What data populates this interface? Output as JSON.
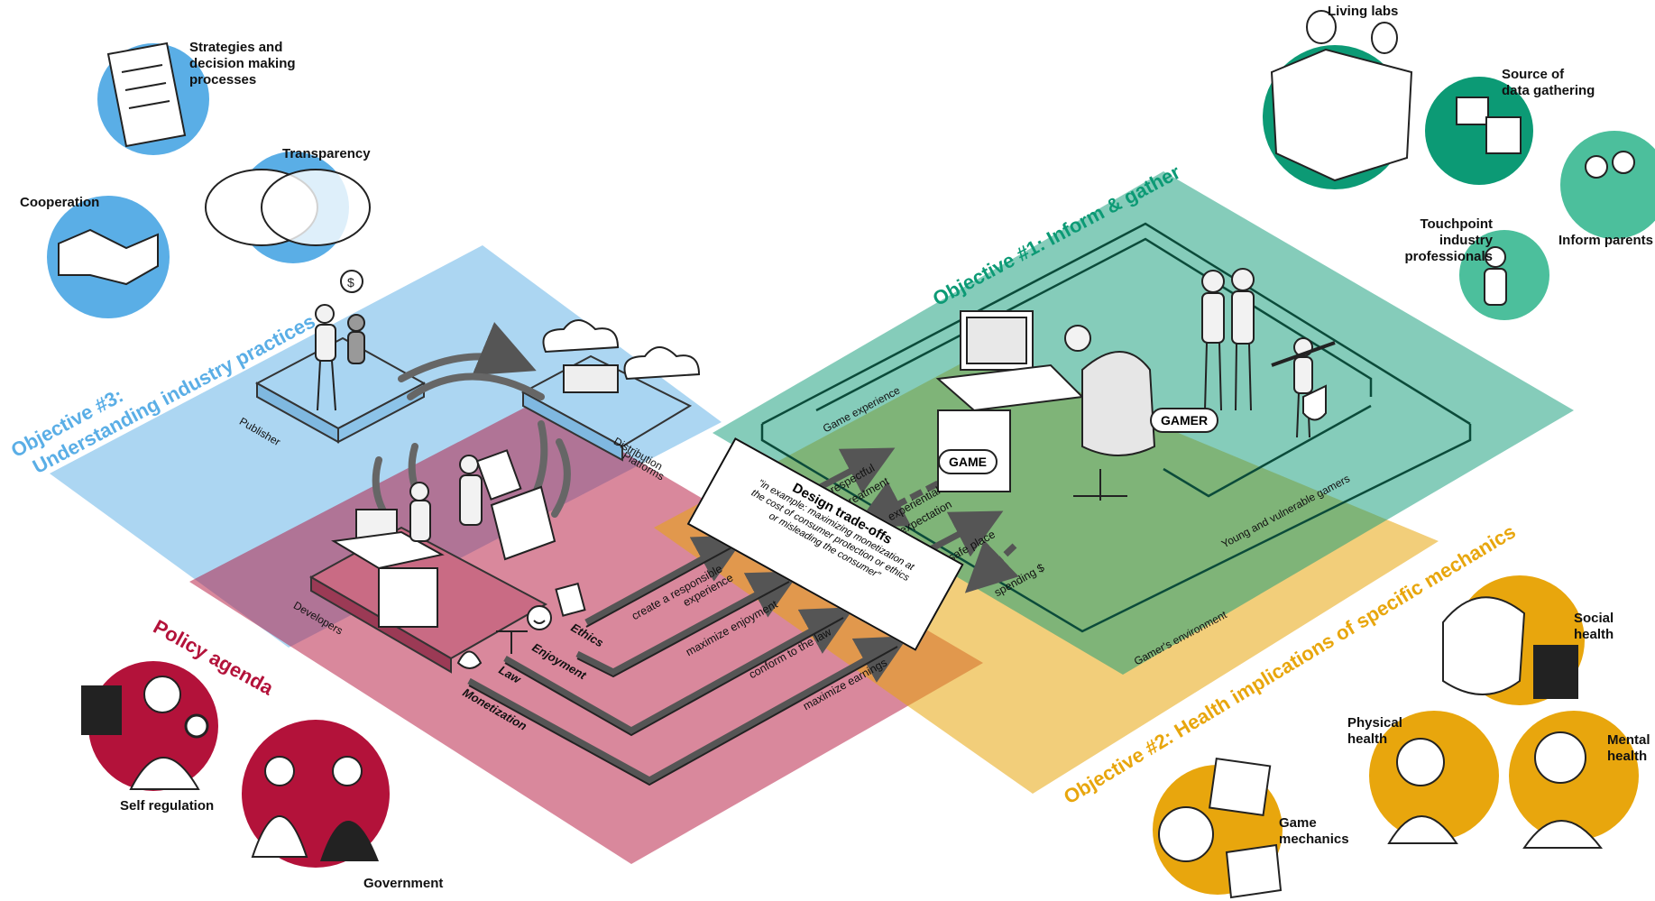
{
  "colors": {
    "blue": "#5aaee6",
    "green": "#0c9a75",
    "red": "#b3123a",
    "yellow": "#e8a60d",
    "text": "#111111"
  },
  "objectives": {
    "inform_gather": "Objective #1: Inform & gather",
    "health": "Objective #2: Health implications of specific mechanics",
    "industry_line1": "Objective #3:",
    "industry_line2": "Understanding industry practices",
    "policy": "Policy agenda"
  },
  "stakeholders": {
    "publisher": "Publisher",
    "distribution_line1": "Distribution",
    "distribution_line2": "Platforms",
    "developers": "Developers",
    "game_experience": "Game experience",
    "young_gamers": "Young and vulnerable gamers",
    "gamers_environment": "Gamer's environment"
  },
  "bubbles": {
    "game": "GAME",
    "gamer": "GAMER"
  },
  "industry_icons": {
    "strategies_line1": "Strategies and",
    "strategies_line2": "decision making",
    "strategies_line3": "processes",
    "transparency": "Transparency",
    "cooperation": "Cooperation"
  },
  "inform_icons": {
    "living_labs": "Living labs",
    "source_line1": "Source of",
    "source_line2": "data gathering",
    "touchpoint_line1": "Touchpoint",
    "touchpoint_line2": "industry",
    "touchpoint_line3": "professionals",
    "inform_parents": "Inform parents"
  },
  "policy_icons": {
    "self_regulation": "Self regulation",
    "government": "Government"
  },
  "health_icons": {
    "social_line1": "Social",
    "social_line2": "health",
    "physical_line1": "Physical",
    "physical_line2": "health",
    "mental_line1": "Mental",
    "mental_line2": "health",
    "game_mech_line1": "Game",
    "game_mech_line2": "mechanics"
  },
  "values": {
    "ethics": "Ethics",
    "enjoyment": "Enjoyment",
    "law": "Law",
    "monetization": "Monetization"
  },
  "flows": {
    "responsible_line1": "create a responsible",
    "responsible_line2": "experience",
    "max_enjoyment": "maximize enjoyment",
    "conform_law": "conform to the law",
    "max_earnings": "maximize earnings",
    "respectful_line1": "respectful",
    "respectful_line2": "treatment",
    "experiential_line1": "experiential",
    "experiential_line2": "expectation",
    "safe_place": "a safe place",
    "spending": "spending $"
  },
  "tradeoffs": {
    "title": "Design trade-offs",
    "line1": "\"in example: maximizing monetization at",
    "line2": "the cost of consumer protection or ethics",
    "line3": "or misleading the consumer\""
  }
}
